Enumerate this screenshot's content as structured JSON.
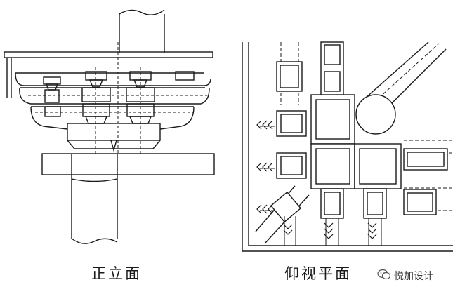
{
  "captions": {
    "elevation": "正立面",
    "plan": "仰视平面"
  },
  "watermark": {
    "text": "悦加设计",
    "icon": "wechat-icon"
  },
  "colors": {
    "ink": "#1a1a1a",
    "background": "#ffffff"
  }
}
